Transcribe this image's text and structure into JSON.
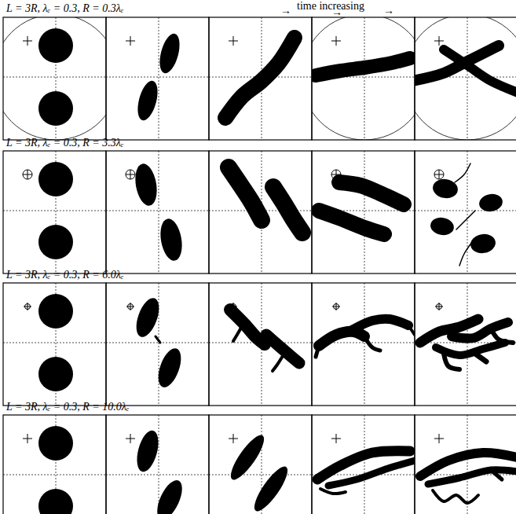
{
  "diagram": {
    "labels": [
      "L = 3R, λₑ = 0.3, R = 0.3λₑ",
      "→",
      "time increasing",
      "→",
      "→",
      "L = 3R, λₑ = 0.3, R = 3.3λₑ",
      "L = 3R, λₑ = 0.3, R = 6.0λₑ",
      "L = 3R, λₑ = 0.3, R = 10.0λₑ"
    ]
  }
}
